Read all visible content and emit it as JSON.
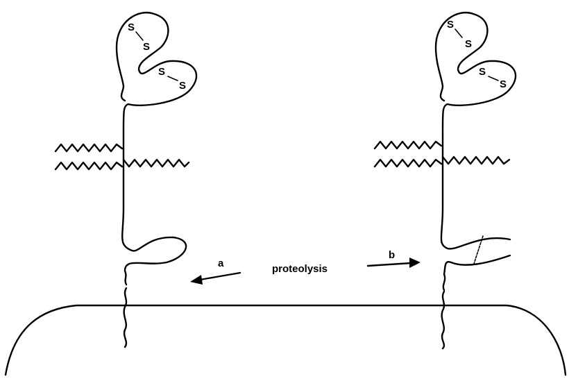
{
  "labels": {
    "center": "proteolysis",
    "arrow_left": "a",
    "arrow_right": "b",
    "disulfide_atom": "S"
  }
}
